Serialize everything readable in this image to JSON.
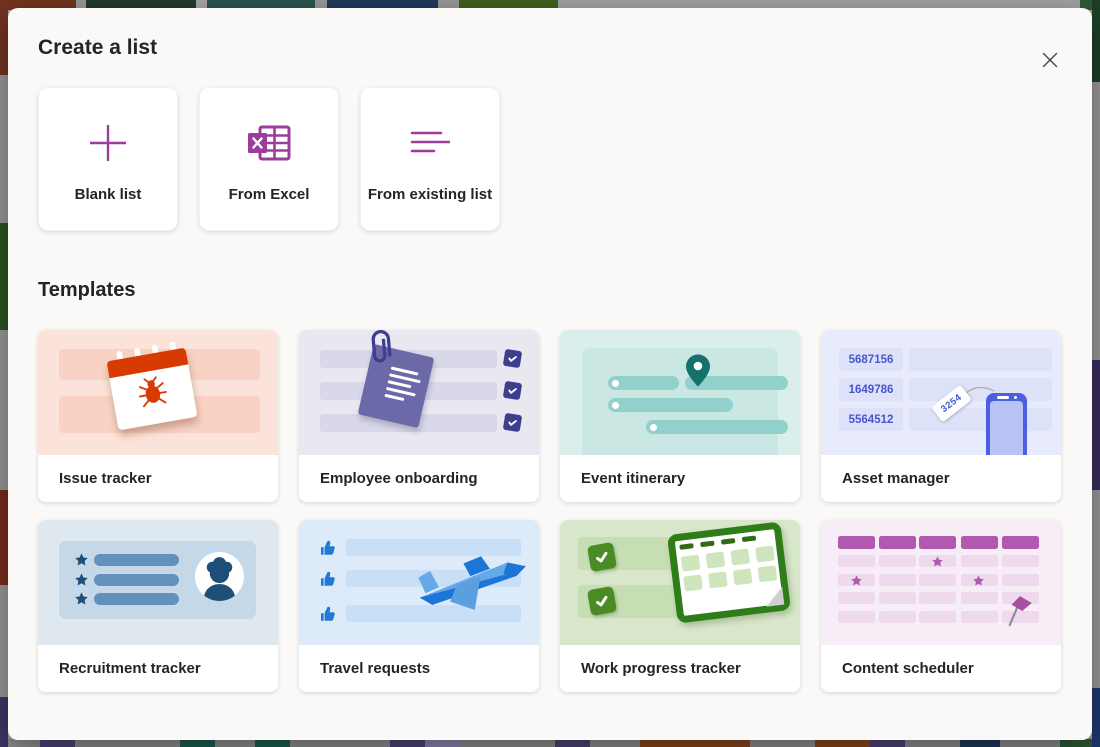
{
  "dialog": {
    "title": "Create a list"
  },
  "create_options": [
    {
      "label": "Blank list",
      "icon": "plus-icon"
    },
    {
      "label": "From Excel",
      "icon": "excel-icon"
    },
    {
      "label": "From existing list",
      "icon": "list-lines-icon"
    }
  ],
  "templates": {
    "heading": "Templates",
    "items": [
      {
        "label": "Issue tracker",
        "theme": "#fbe3d9",
        "accent": "#d83b01"
      },
      {
        "label": "Employee onboarding",
        "theme": "#e9e8f1",
        "accent": "#3e3e8f"
      },
      {
        "label": "Event itinerary",
        "theme": "#daeeec",
        "accent": "#15716c"
      },
      {
        "label": "Asset manager",
        "theme": "#e8ebfb",
        "accent": "#4a5fe2",
        "asset_ids": [
          "5687156",
          "1649786",
          "5564512"
        ],
        "tag_number": "3254"
      },
      {
        "label": "Recruitment tracker",
        "theme": "#dfe8ef",
        "accent": "#1f4e79"
      },
      {
        "label": "Travel requests",
        "theme": "#ddeafa",
        "accent": "#1e7ad4"
      },
      {
        "label": "Work progress tracker",
        "theme": "#d8e6ca",
        "accent": "#2e7d19"
      },
      {
        "label": "Content scheduler",
        "theme": "#f7edf6",
        "accent": "#b159ae"
      }
    ]
  },
  "colors": {
    "accent_purple": "#9c3d9c",
    "dialog_bg": "#faf9f8",
    "text": "#242424"
  }
}
